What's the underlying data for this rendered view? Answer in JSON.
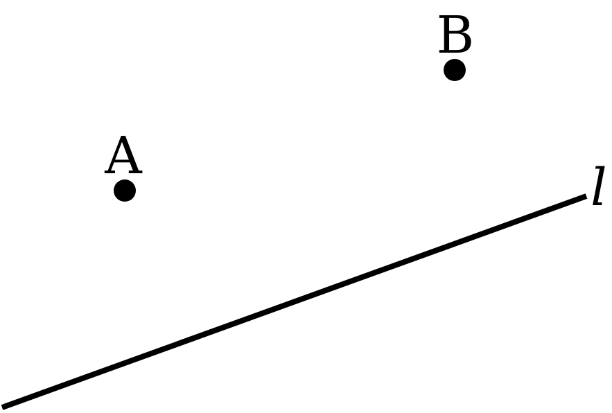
{
  "diagram": {
    "points": [
      {
        "id": "A",
        "label": "A"
      },
      {
        "id": "B",
        "label": "B"
      }
    ],
    "line": {
      "label": "l"
    },
    "colors": {
      "ink": "#000000",
      "background": "#ffffff"
    }
  }
}
